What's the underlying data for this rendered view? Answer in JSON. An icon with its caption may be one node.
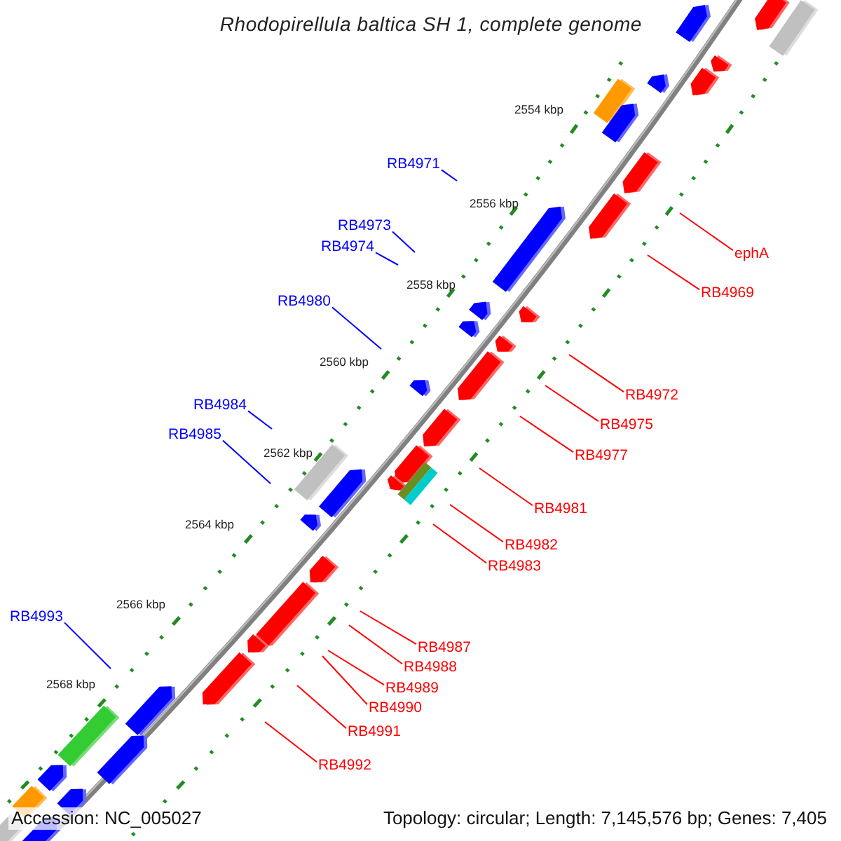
{
  "diagram": {
    "title": "Rhodopirellula baltica SH 1, complete genome",
    "nodes": [
      {
        "text": [
          "RB4971"
        ]
      },
      {
        "text": [
          "ephA"
        ]
      },
      {
        "text": [
          "RB4973"
        ]
      },
      {
        "text": [
          "RB4974"
        ]
      },
      {
        "text": [
          "RB4969"
        ]
      },
      {
        "text": [
          "RB4980"
        ]
      },
      {
        "text": [
          "RB4972"
        ]
      },
      {
        "text": [
          "RB4984"
        ]
      },
      {
        "text": [
          "RB4975"
        ]
      },
      {
        "text": [
          "RB4985"
        ]
      },
      {
        "text": [
          "RB4977"
        ]
      },
      {
        "text": [
          "RB4981"
        ]
      },
      {
        "text": [
          "RB4982"
        ]
      },
      {
        "text": [
          "RB4983"
        ]
      },
      {
        "text": [
          "RB4993"
        ]
      },
      {
        "text": [
          "RB4987"
        ]
      },
      {
        "text": [
          "RB4988"
        ]
      },
      {
        "text": [
          "RB4989"
        ]
      },
      {
        "text": [
          "RB4990"
        ]
      },
      {
        "text": [
          "RB4991"
        ]
      },
      {
        "text": [
          "RB4992"
        ]
      }
    ],
    "edges": [
      {
        "from": 0,
        "to": null,
        "arrow": "none",
        "color": "#0000ff"
      },
      {
        "from": 1,
        "to": null,
        "arrow": "none"
      },
      {
        "from": 2,
        "to": null,
        "arrow": "none",
        "color": "#0000ff"
      },
      {
        "from": 3,
        "to": null,
        "arrow": "none",
        "color": "#0000ff"
      },
      {
        "from": 4,
        "to": null,
        "arrow": "none"
      },
      {
        "from": 5,
        "to": null,
        "arrow": "none",
        "color": "#0000ff"
      },
      {
        "from": 6,
        "to": null,
        "arrow": "none"
      },
      {
        "from": 7,
        "to": null,
        "arrow": "none",
        "color": "#0000ff"
      },
      {
        "from": 8,
        "to": null,
        "arrow": "none"
      },
      {
        "from": 9,
        "to": null,
        "arrow": "none",
        "color": "#0000ff"
      },
      {
        "from": 10,
        "to": null,
        "arrow": "none"
      },
      {
        "from": 11,
        "to": null,
        "arrow": "none"
      },
      {
        "from": 12,
        "to": null,
        "arrow": "none"
      },
      {
        "from": 13,
        "to": null,
        "arrow": "none"
      },
      {
        "from": 14,
        "to": null,
        "arrow": "none",
        "color": "#0000ff"
      },
      {
        "from": 15,
        "to": null,
        "arrow": "none"
      },
      {
        "from": 16,
        "to": null,
        "arrow": "none"
      },
      {
        "from": 17,
        "to": null,
        "arrow": "none"
      },
      {
        "from": 18,
        "to": null,
        "arrow": "none"
      },
      {
        "from": 19,
        "to": null,
        "arrow": "none"
      },
      {
        "from": 20,
        "to": null,
        "arrow": "none"
      }
    ],
    "labels": [
      "2554 kbp",
      "2556 kbp",
      "2558 kbp",
      "2560 kbp",
      "2562 kbp",
      "2564 kbp",
      "2566 kbp",
      "2568 kbp",
      "Accession: NC_005027",
      "Topology: circular; Length: 7,145,576 bp; Genes: 7,405"
    ]
  }
}
